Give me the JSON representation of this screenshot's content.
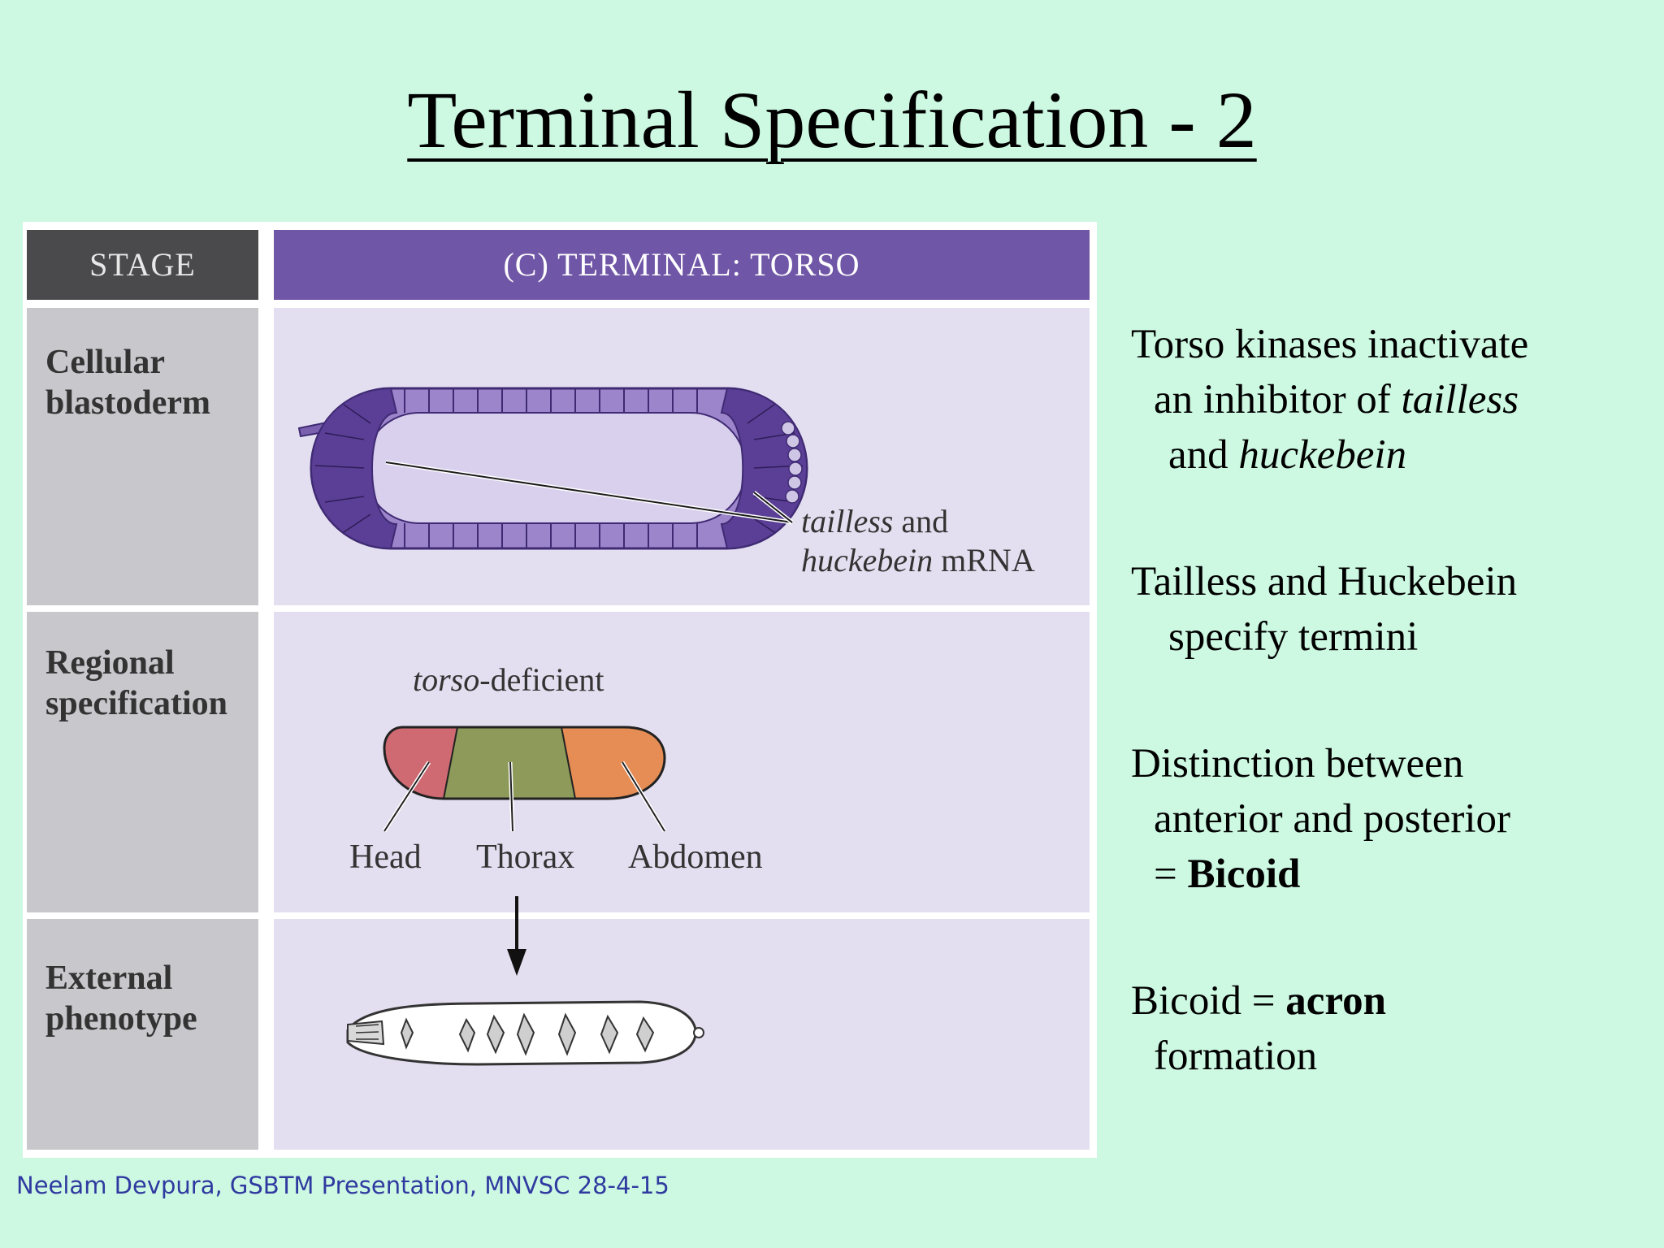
{
  "title": "Terminal Specification - 2",
  "figure": {
    "stage_header": "STAGE",
    "column_header": "(C)  TERMINAL: TORSO",
    "rows": [
      {
        "label": "Cellular blastoderm"
      },
      {
        "label": "Regional specification"
      },
      {
        "label": "External phenotype"
      }
    ],
    "mrna_label": {
      "gene1": "tailless",
      "and": " and",
      "gene2": "huckebein",
      "mrna": " mRNA"
    },
    "torso_label": {
      "gene": "torso",
      "suffix": "-deficient"
    },
    "regions": [
      "Head",
      "Thorax",
      "Abdomen"
    ],
    "colors": {
      "stage_header": "#4a4a4d",
      "column_header": "#7056a6",
      "label_cells": "#c7c7cc",
      "content_cells": "#e4dff0",
      "embryo_dark": "#5b3f96",
      "embryo_light": "#9c85cb",
      "head": "#cf6a72",
      "thorax": "#8d9a59",
      "abdomen": "#e58d54"
    }
  },
  "notes": [
    {
      "parts": [
        [
          "Torso kinases inactivate"
        ],
        [
          "an inhibitor of ",
          {
            "i": "tailless"
          }
        ],
        [
          "and ",
          {
            "i": "huckebein"
          }
        ]
      ]
    },
    {
      "parts": [
        [
          "Tailless and Huckebein"
        ],
        [
          "specify termini"
        ]
      ]
    },
    {
      "parts": [
        [
          "Distinction between"
        ],
        [
          "anterior and posterior"
        ],
        [
          "= ",
          {
            "b": "Bicoid"
          }
        ]
      ]
    },
    {
      "parts": [
        [
          "Bicoid = ",
          {
            "b": "acron"
          }
        ],
        [
          "formation"
        ]
      ]
    }
  ],
  "footer": "Neelam Devpura, GSBTM Presentation, MNVSC 28-4-15"
}
